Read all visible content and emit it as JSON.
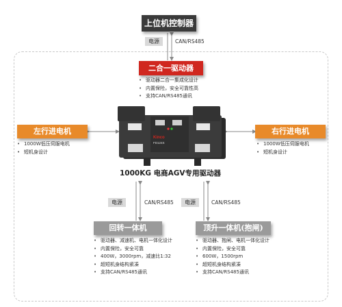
{
  "top": {
    "title": "上位机控制器"
  },
  "top_link": {
    "power": "电源",
    "comm": "CAN/RS485"
  },
  "driver": {
    "title": "二合一驱动器",
    "features": [
      "驱动器二合一集成化设计",
      "内置保险，安全可靠性高",
      "支持CAN/RS485通讯"
    ],
    "brand": "Kinco",
    "model": "FD124S"
  },
  "left_motor": {
    "title": "左行进电机",
    "features": [
      "1000W低压伺服电机",
      "短机身设计"
    ]
  },
  "right_motor": {
    "title": "右行进电机",
    "features": [
      "1000W低压伺服电机",
      "短机身设计"
    ]
  },
  "product_title": "1000KG  电商AGV专用驱动器",
  "rotate_link": {
    "power": "电源",
    "comm": "CAN/RS485"
  },
  "lift_link": {
    "power": "电源",
    "comm": "CAN/RS485"
  },
  "rotate_unit": {
    "title": "回转一体机",
    "features": [
      "驱动器、减速机、电机一体化设计",
      "内置保险，安全可靠",
      "400W，3000rpm，减速比1:32",
      "超短机身结构紧凑",
      "支持CAN/RS485通讯"
    ]
  },
  "lift_unit": {
    "title": "顶升一体机(抱闸)",
    "features": [
      "驱动器、抱闸、电机一体化设计",
      "内置保险，安全可靠",
      "600W，1500rpm",
      "超短机身结构紧凑",
      "支持CAN/RS485通讯"
    ]
  },
  "colors": {
    "dark": "#3a3a3a",
    "red": "#d0271f",
    "orange": "#e88a2a",
    "gray": "#9a9a9a"
  }
}
